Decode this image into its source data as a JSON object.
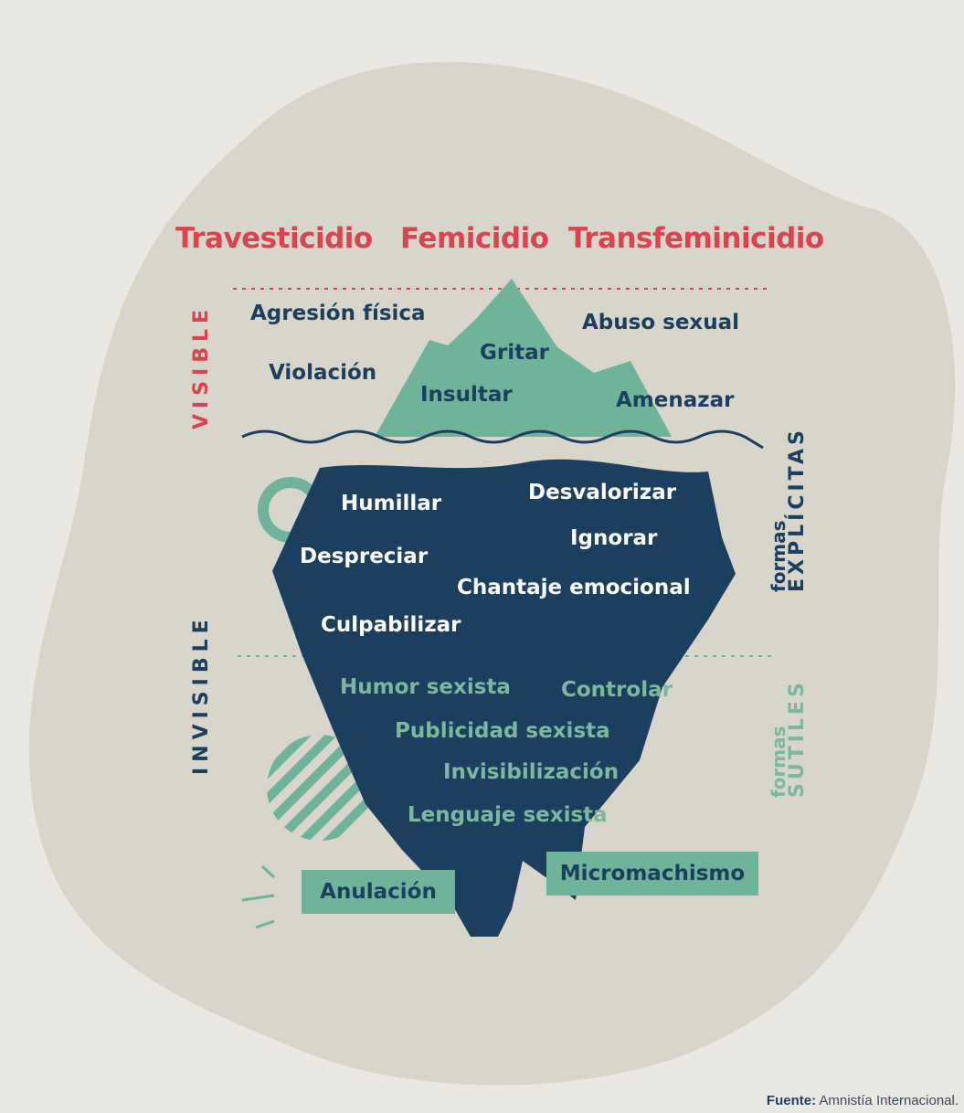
{
  "top_labels": [
    "Travesticidio",
    "Femicidio",
    "Transfeminicidio"
  ],
  "side_labels": {
    "visible": "VISIBLE",
    "invisible": "INVISIBLE"
  },
  "visible_items": [
    "Agresión física",
    "Violación",
    "Gritar",
    "Insultar",
    "Abuso sexual",
    "Amenazar"
  ],
  "explicit_items": [
    "Humillar",
    "Desvalorizar",
    "Ignorar",
    "Despreciar",
    "Chantaje emocional",
    "Culpabilizar"
  ],
  "subtle_items": [
    "Humor sexista",
    "Controlar",
    "Publicidad sexista",
    "Invisibilización",
    "Lenguaje sexista"
  ],
  "boxes": [
    "Micromachismo",
    "Anulación"
  ],
  "right_labels": {
    "explicit": {
      "small": "formas",
      "big": "EXPLÍCITAS"
    },
    "subtle": {
      "small": "formas",
      "big": "SUTILES"
    }
  },
  "source": {
    "prefix": "Fuente:",
    "text": "Amnistía Internacional."
  },
  "colors": {
    "red": "#d9444e",
    "navy": "#1d3f5f",
    "teal": "#6fb39b",
    "blob": "#d8d5cb",
    "background": "#e9e8e2"
  }
}
